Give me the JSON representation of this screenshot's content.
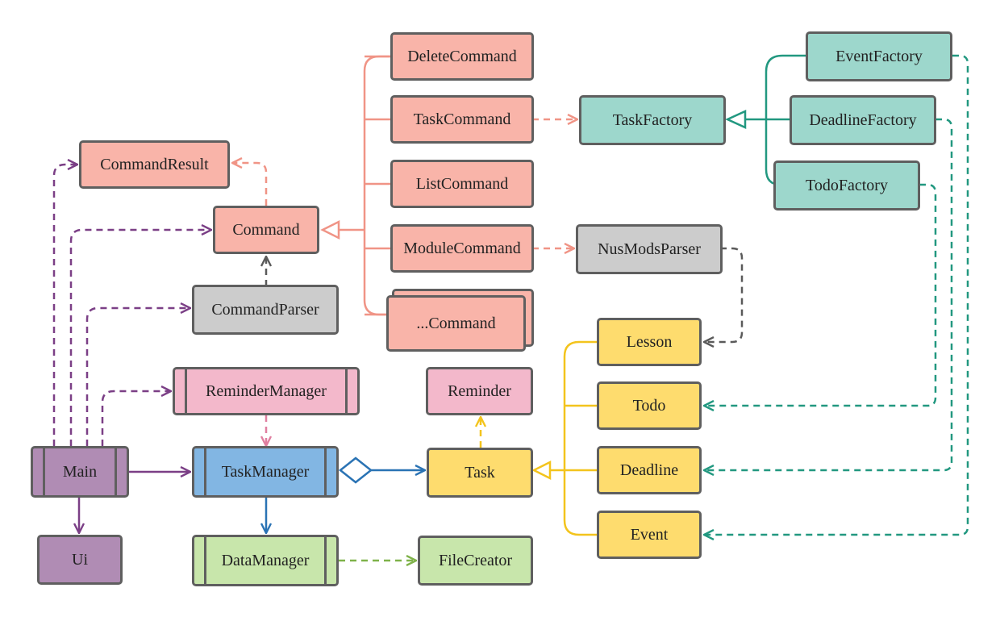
{
  "colors": {
    "command": "#f9b4a9",
    "command_line": "#f09486",
    "factory": "#9dd7cc",
    "factory_line": "#229880",
    "gray": "#cccccc",
    "gray_line": "#5a5a5a",
    "reminder": "#f3b8cb",
    "reminder_line": "#e07fa0",
    "task": "#fedc6e",
    "task_line": "#f3c41d",
    "main": "#b08cb4",
    "main_line": "#7b3f86",
    "taskmanager": "#82b6e3",
    "taskmanager_line": "#2a73b4",
    "data": "#c8e6ab",
    "data_line": "#7fb24a",
    "border": "#5f5f5f"
  },
  "nodes": {
    "delete_command": "DeleteCommand",
    "task_command": "TaskCommand",
    "list_command": "ListCommand",
    "module_command": "ModuleCommand",
    "other_command": "...Command",
    "command": "Command",
    "command_result": "CommandResult",
    "command_parser": "CommandParser",
    "task_factory": "TaskFactory",
    "event_factory": "EventFactory",
    "deadline_factory": "DeadlineFactory",
    "todo_factory": "TodoFactory",
    "nusmods_parser": "NusModsParser",
    "reminder_manager": "ReminderManager",
    "reminder": "Reminder",
    "main": "Main",
    "ui": "Ui",
    "task_manager": "TaskManager",
    "data_manager": "DataManager",
    "file_creator": "FileCreator",
    "task": "Task",
    "lesson": "Lesson",
    "todo": "Todo",
    "deadline": "Deadline",
    "event": "Event"
  }
}
